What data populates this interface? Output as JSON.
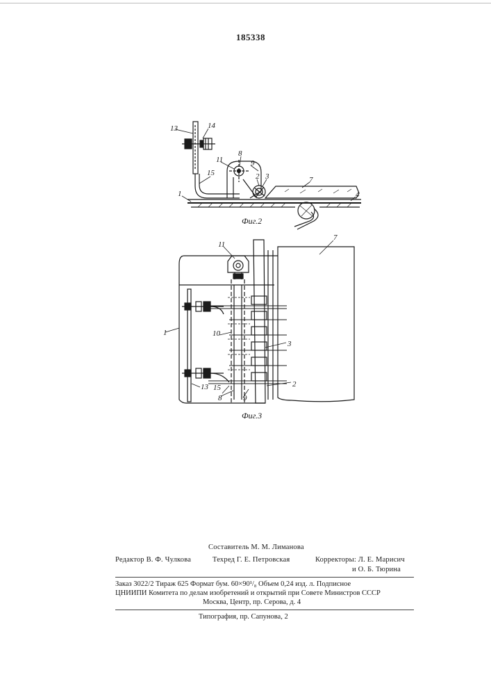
{
  "patent_number": "185338",
  "figures": [
    {
      "caption": "Фиг.2",
      "labels": {
        "l1": "1",
        "l2": "2",
        "l3": "3",
        "l4": "4",
        "l7": "7",
        "l8": "8",
        "l9": "9",
        "l11": "11",
        "l13": "13",
        "l14": "14",
        "l15": "15"
      }
    },
    {
      "caption": "Фиг.3",
      "labels": {
        "l1": "1",
        "l2": "2",
        "l3": "3",
        "l7": "7",
        "l8": "8",
        "l9": "9",
        "l10": "10",
        "l11": "11",
        "l13": "13",
        "l15": "15"
      }
    }
  ],
  "imprint": {
    "compiler": "Составитель М. М. Лиманова",
    "editor": "Редактор В. Ф. Чулкова",
    "tech_editor": "Техред Г. Е. Петровская",
    "correctors_1": "Корректоры: Л. Е. Марисич",
    "correctors_2": "и О. Б. Тюрина",
    "order_line": "Заказ 3022/2   Тираж 625   Формат бум. 60×90¹/₈  Объем 0,24 изд. л.   Подписное",
    "org_line": "ЦНИИПИ Комитета по делам изобретений и открытий при Совете Министров СССР",
    "address": "Москва, Центр, пр. Серова, д. 4",
    "printer": "Типография, пр. Сапунова, 2"
  }
}
